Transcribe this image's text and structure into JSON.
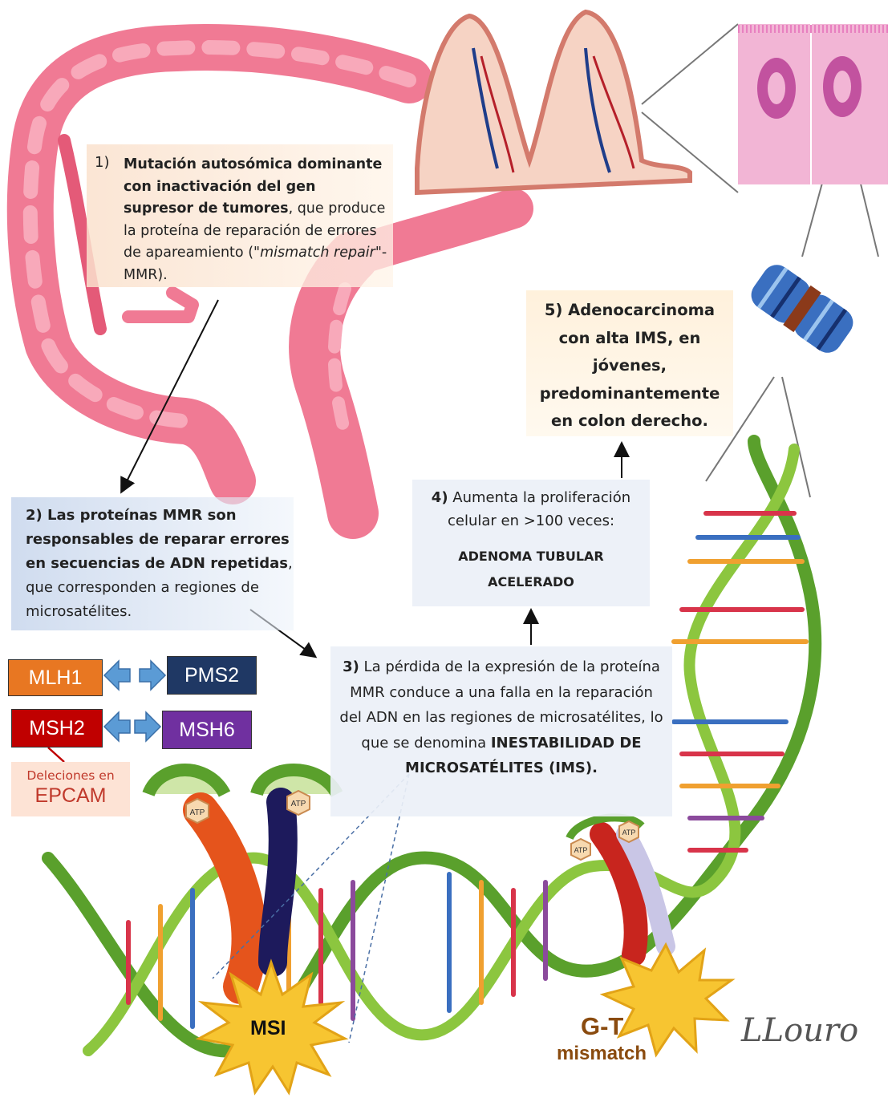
{
  "box1": {
    "number": "1)",
    "bold": "Mutación autosómica dominante con inactivación del gen supresor de tumores",
    "rest1": ", que produce la proteína de reparación de errores de apareamiento (\"",
    "italic": "mismatch repair",
    "rest2": "\"- MMR)."
  },
  "box2": {
    "bold": "2) Las proteínas MMR son responsables de reparar errores en secuencias de ADN repetidas",
    "rest": ", que corresponden a regiones de microsatélites."
  },
  "box3": {
    "num": "3)",
    "text": " La pérdida de la expresión de la proteína MMR conduce a una falla en la reparación del ADN en las regiones de microsatélites, lo que se denomina ",
    "bold": "INESTABILIDAD DE MICROSATÉLITES (IMS)."
  },
  "box4": {
    "num": "4)",
    "text": " Aumenta la proliferación celular en >100 veces:",
    "bold": "ADENOMA TUBULAR ACELERADO"
  },
  "box5": {
    "text": "5) Adenocarcinoma con alta IMS, en jóvenes, predominantemente en colon derecho."
  },
  "genes": {
    "mlh1": "MLH1",
    "pms2": "PMS2",
    "msh2": "MSH2",
    "msh6": "MSH6"
  },
  "epcam": {
    "line1": "Deleciones en",
    "line2": "EPCAM"
  },
  "bursts": {
    "msi": "MSI",
    "gt": "G-T",
    "mismatch": "mismatch"
  },
  "atp": "ATP",
  "signature": "LLouro",
  "colors": {
    "mlh1": "#e87722",
    "pms2": "#1f3864",
    "msh2": "#c00000",
    "msh6": "#7030a0",
    "arrow_blue": "#5b9bd5",
    "colon_pink": "#f07a94",
    "dna_green": "#5aa02c",
    "burst_yellow": "#f7c531",
    "mismatch_brown": "#8a4b0f"
  }
}
